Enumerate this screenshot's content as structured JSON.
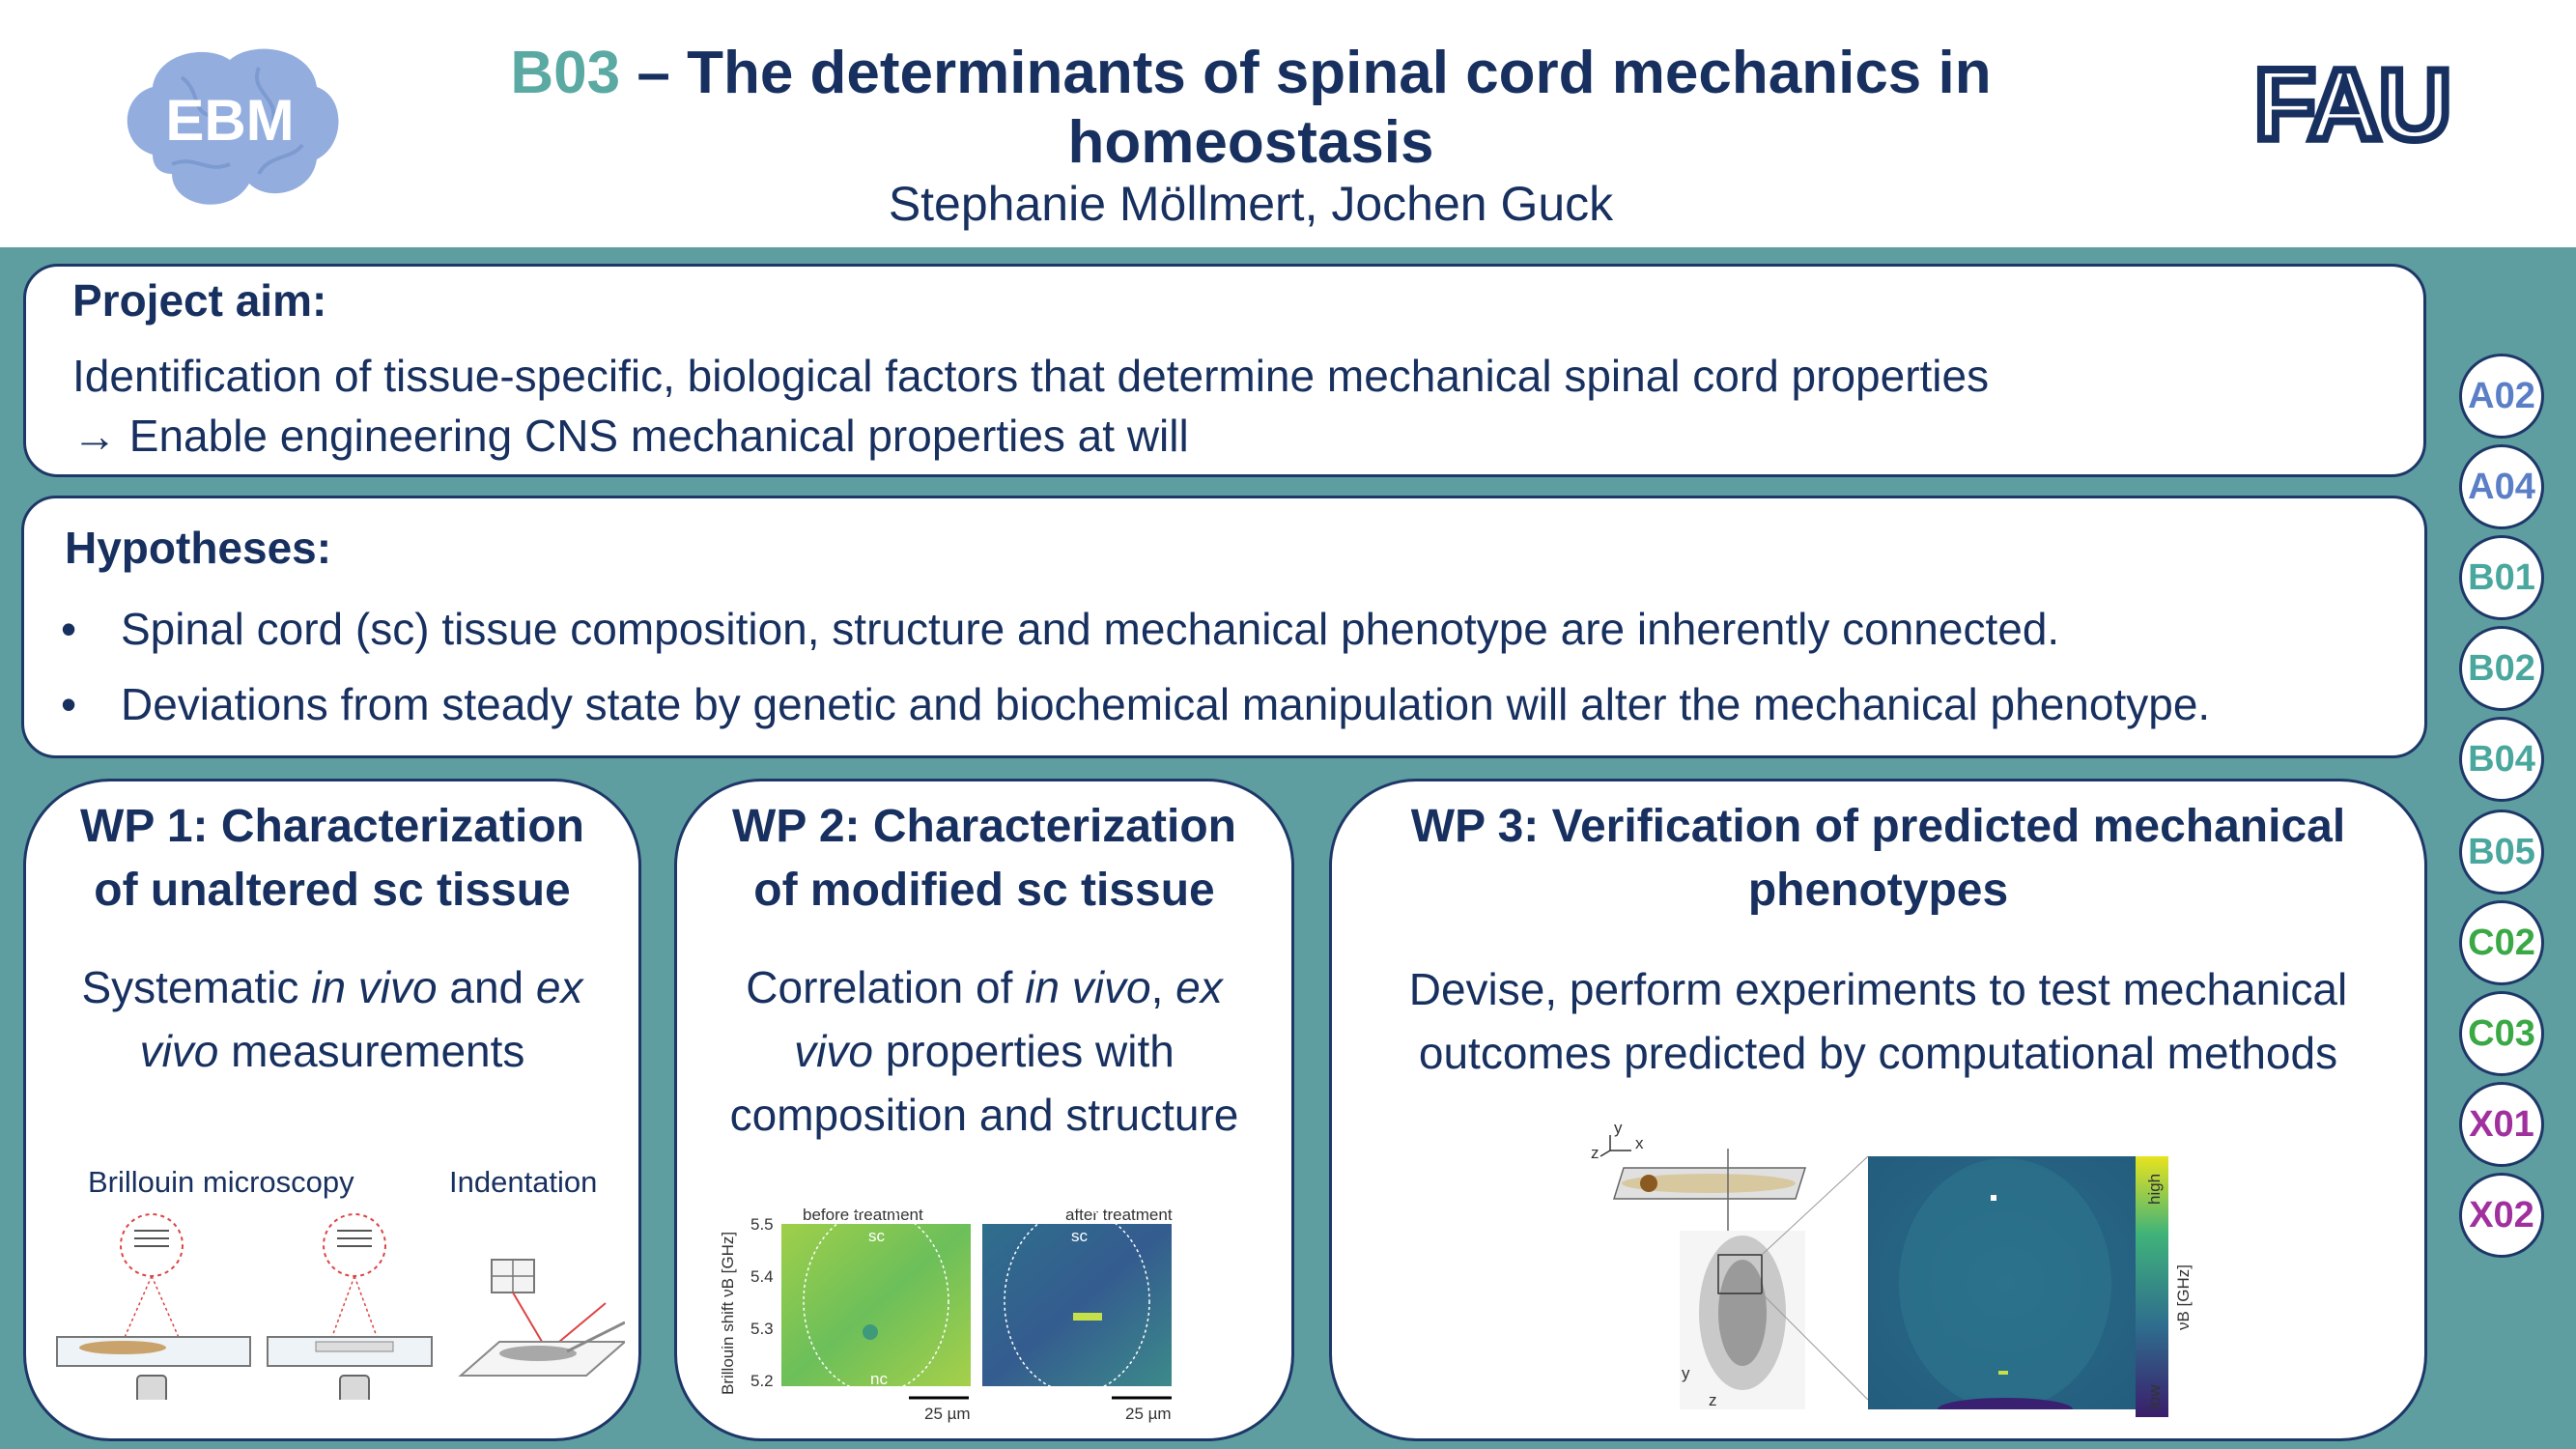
{
  "header": {
    "code": "B03",
    "title_rest": " – The determinants of spinal cord mechanics in",
    "title_line2": "homeostasis",
    "authors": "Stephanie Möllmert, Jochen Guck",
    "ebm_logo_text": "EBM",
    "fau_logo_text": "FAU"
  },
  "aim": {
    "heading": "Project aim:",
    "line1": "Identification of tissue-specific, biological factors that determine mechanical spinal cord properties",
    "line2": "→ Enable engineering CNS mechanical properties at will"
  },
  "hypotheses": {
    "heading": "Hypotheses:",
    "bullet": "•",
    "items": [
      "Spinal cord (sc) tissue composition, structure and mechanical phenotype are inherently connected.",
      "Deviations from steady state by genetic and biochemical manipulation will alter the mechanical phenotype."
    ]
  },
  "wp1": {
    "heading_line1": "WP 1: Characterization",
    "heading_line2": "of unaltered sc tissue",
    "body_line1_a": "Systematic ",
    "body_line1_b": "in vivo",
    "body_line1_c": " and ",
    "body_line1_d": "ex",
    "body_line2_a": "vivo",
    "body_line2_b": " measurements",
    "label_brillouin": "Brillouin microscopy",
    "label_indentation": "Indentation"
  },
  "wp2": {
    "heading_line1": "WP 2: Characterization",
    "heading_line2": "of modified sc tissue",
    "body_line1_a": "Correlation of ",
    "body_line1_b": "in vivo",
    "body_line1_c": ", ",
    "body_line1_d": "ex",
    "body_line2_a": "vivo",
    "body_line2_b": " properties with",
    "body_line3": "composition and structure",
    "fig": {
      "before": "before treatment",
      "after": "after treatment",
      "ylabel": "Brillouin shift νB [GHz]",
      "ticks": [
        "5.5",
        "5.4",
        "5.3",
        "5.2"
      ],
      "sc": "sc",
      "nc": "nc",
      "scale": "25 µm"
    }
  },
  "wp3": {
    "heading_line1": "WP 3: Verification of predicted mechanical",
    "heading_line2": "phenotypes",
    "body_line1": "Devise, perform experiments to test mechanical",
    "body_line2": "outcomes predicted by computational methods",
    "fig": {
      "high": "high",
      "low": "low",
      "cbar_label": "νB [GHz]",
      "axis_x": "x",
      "axis_y": "y",
      "axis_z": "z"
    }
  },
  "badges": [
    {
      "label": "A02",
      "color": "#5b7fc7"
    },
    {
      "label": "A04",
      "color": "#5b7fc7"
    },
    {
      "label": "B01",
      "color": "#4aa79e"
    },
    {
      "label": "B02",
      "color": "#4aa79e"
    },
    {
      "label": "B04",
      "color": "#4aa79e"
    },
    {
      "label": "B05",
      "color": "#4aa79e"
    },
    {
      "label": "C02",
      "color": "#3aa845"
    },
    {
      "label": "C03",
      "color": "#3aa845"
    },
    {
      "label": "X01",
      "color": "#a0309e"
    },
    {
      "label": "X02",
      "color": "#a0309e"
    }
  ]
}
